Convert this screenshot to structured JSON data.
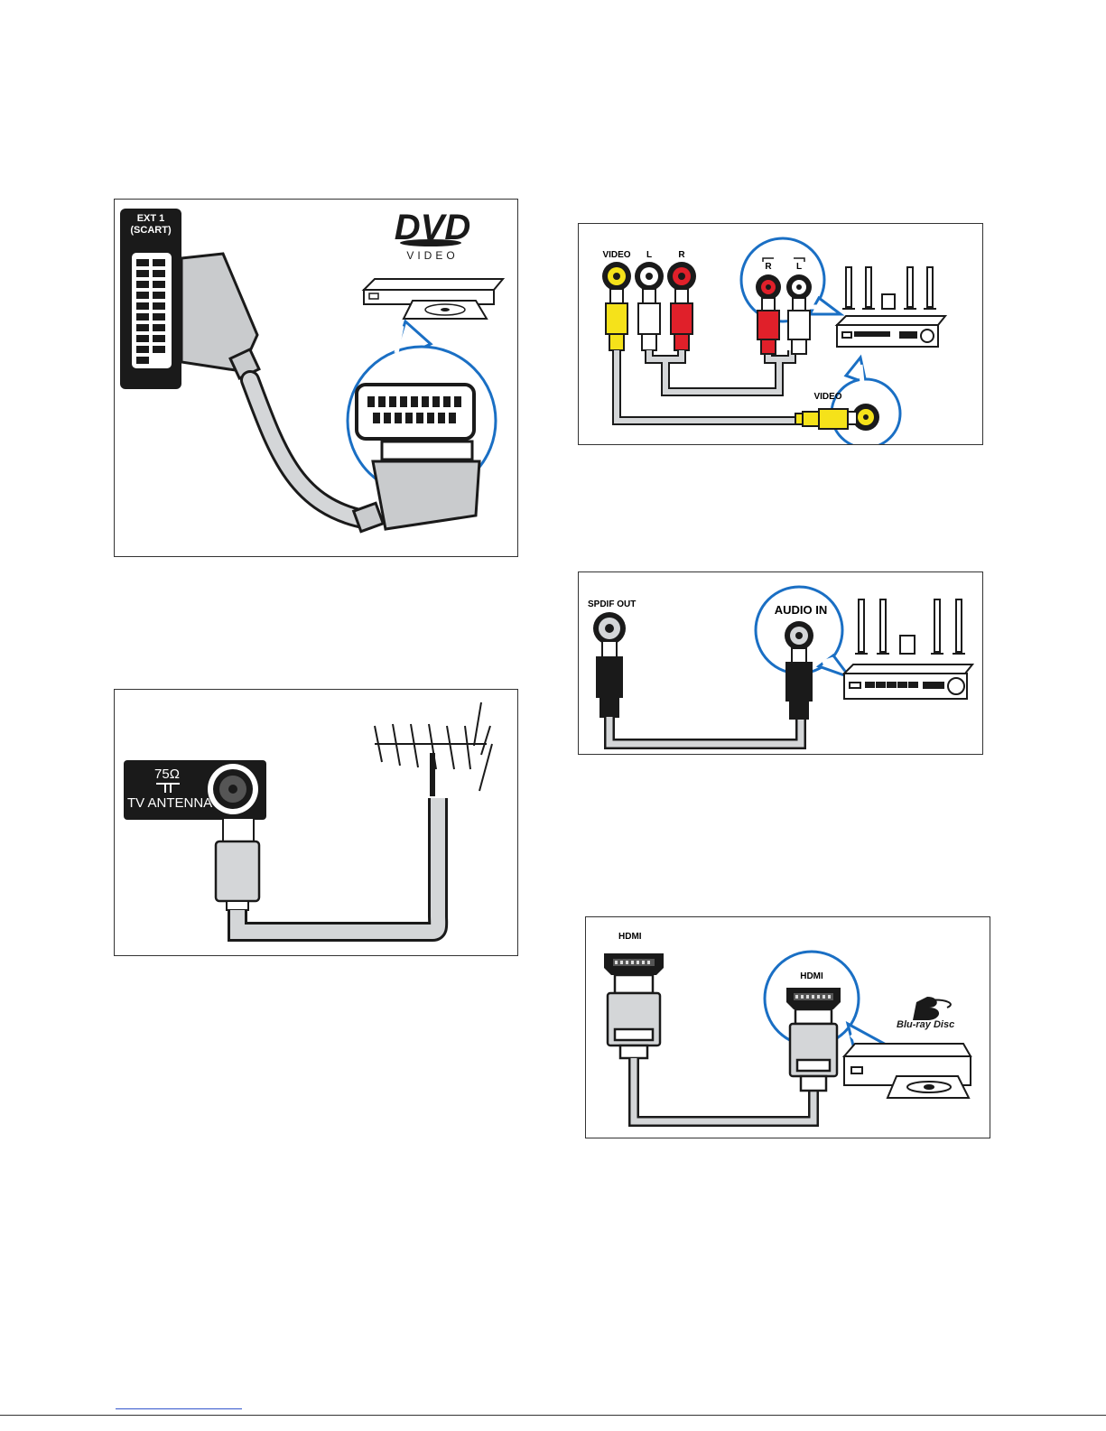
{
  "scart_panel": {
    "port_label_line1": "EXT 1",
    "port_label_line2": "(SCART)",
    "device_logo_main": "DVD",
    "device_logo_sub": "VIDEO"
  },
  "antenna_panel": {
    "impedance_label": "75Ω",
    "port_label": "TV  ANTENNA"
  },
  "composite_panel": {
    "tv_video_label": "VIDEO",
    "tv_left_label": "L",
    "tv_right_label": "R",
    "device_right_label": "R",
    "device_left_label": "L",
    "device_video_label": "VIDEO"
  },
  "spdif_panel": {
    "tv_port_label": "SPDIF OUT",
    "device_port_label": "AUDIO IN"
  },
  "hdmi_panel": {
    "tv_port_label": "HDMI",
    "device_port_label": "HDMI",
    "device_logo": "Blu-ray Disc"
  },
  "colors": {
    "accent_blue": "#1a6fc4",
    "cable_grey": "#d4d6d8",
    "yellow": "#f5e21a",
    "red": "#e0202a",
    "black": "#1a1a1a"
  }
}
